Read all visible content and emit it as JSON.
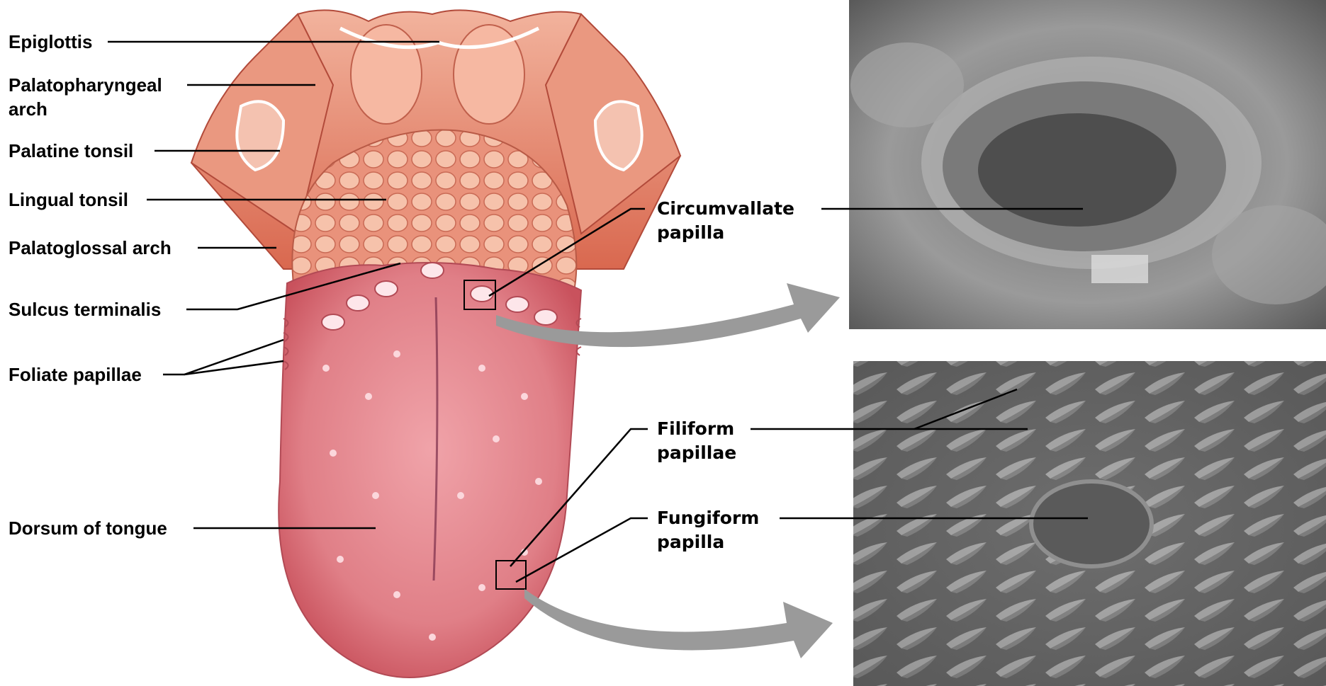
{
  "colors": {
    "tongue_pink": "#e07f87",
    "tongue_dark": "#c9525d",
    "throat_red": "#e58a76",
    "tonsil_fill": "#f4b9a0",
    "sem_gray": "#8c8c8c",
    "arrow_gray": "#9a9a9a",
    "leader_line": "#000000"
  },
  "labels": {
    "epiglottis": "Epiglottis",
    "palatopharyngeal_1": "Palatopharyngeal",
    "palatopharyngeal_2": "arch",
    "palatine_tonsil": "Palatine tonsil",
    "lingual_tonsil": "Lingual tonsil",
    "palatoglossal_arch": "Palatoglossal arch",
    "sulcus_terminalis": "Sulcus terminalis",
    "foliate_papillae": "Foliate papillae",
    "dorsum_of_tongue": "Dorsum of tongue",
    "circumvallate_1": "Circumvallate",
    "circumvallate_2": "papilla",
    "filiform_1": "Filiform",
    "filiform_2": "papillae",
    "fungiform_1": "Fungiform",
    "fungiform_2": "papilla"
  },
  "images": {
    "top_micrograph": "circumvallate-papilla-micrograph",
    "bottom_micrograph": "filiform-fungiform-papillae-micrograph"
  }
}
